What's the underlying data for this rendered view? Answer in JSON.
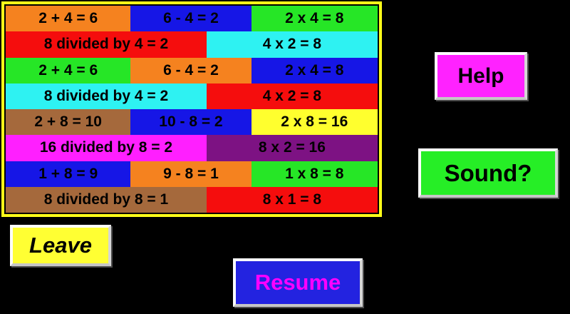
{
  "colors": {
    "orange": "#F5821F",
    "blue": "#1616E6",
    "green": "#26E626",
    "red": "#F50D0D",
    "cyan": "#2EF2F2",
    "brown": "#A5693C",
    "yellow": "#FFFF2E",
    "magenta": "#FF1FFF",
    "purple": "#7D1283",
    "panel_border": "#FFFF19",
    "background": "#000000",
    "tile_text": "#000000"
  },
  "grid": {
    "rows": [
      {
        "cells": [
          {
            "text": "2 + 4 = 6",
            "color": "orange",
            "w": 33.6
          },
          {
            "text": "6 - 4 = 2",
            "color": "blue",
            "w": 32.4
          },
          {
            "text": "2 x 4 = 8",
            "color": "green",
            "w": 34.0
          }
        ]
      },
      {
        "cells": [
          {
            "text": "8 divided by 4 = 2",
            "color": "red",
            "w": 54.0
          },
          {
            "text": "4 x 2 = 8",
            "color": "cyan",
            "w": 46.0
          }
        ]
      },
      {
        "cells": [
          {
            "text": "2 + 4 = 6",
            "color": "green",
            "w": 33.6
          },
          {
            "text": "6 - 4 = 2",
            "color": "orange",
            "w": 32.4
          },
          {
            "text": "2 x 4 = 8",
            "color": "blue",
            "w": 34.0
          }
        ]
      },
      {
        "cells": [
          {
            "text": "8 divided by 4 = 2",
            "color": "cyan",
            "w": 54.0
          },
          {
            "text": "4 x 2 = 8",
            "color": "red",
            "w": 46.0
          }
        ]
      },
      {
        "cells": [
          {
            "text": "2 + 8 = 10",
            "color": "brown",
            "w": 33.6
          },
          {
            "text": "10 - 8 = 2",
            "color": "blue",
            "w": 32.4
          },
          {
            "text": "2 x 8 = 16",
            "color": "yellow",
            "w": 34.0
          }
        ]
      },
      {
        "cells": [
          {
            "text": "16 divided by 8 = 2",
            "color": "magenta",
            "w": 54.0
          },
          {
            "text": "8 x 2 = 16",
            "color": "purple",
            "w": 46.0
          }
        ]
      },
      {
        "cells": [
          {
            "text": "1 + 8 = 9",
            "color": "blue",
            "w": 33.6
          },
          {
            "text": "9 - 8 = 1",
            "color": "orange",
            "w": 32.4
          },
          {
            "text": "1 x 8 = 8",
            "color": "green",
            "w": 34.0
          }
        ]
      },
      {
        "cells": [
          {
            "text": "8 divided by 8 = 1",
            "color": "brown",
            "w": 54.0
          },
          {
            "text": "8 x 1 = 8",
            "color": "red",
            "w": 46.0
          }
        ]
      }
    ]
  },
  "buttons": {
    "help": {
      "label": "Help",
      "bg": "#FF22FF",
      "text_color": "#000000"
    },
    "sound": {
      "label": "Sound?",
      "bg": "#26EE26",
      "text_color": "#000000"
    },
    "leave": {
      "label": "Leave",
      "bg": "#FFFF33",
      "text_color": "#000000"
    },
    "resume": {
      "label": "Resume",
      "bg": "#2323E0",
      "text_color": "#FF00FF"
    }
  }
}
